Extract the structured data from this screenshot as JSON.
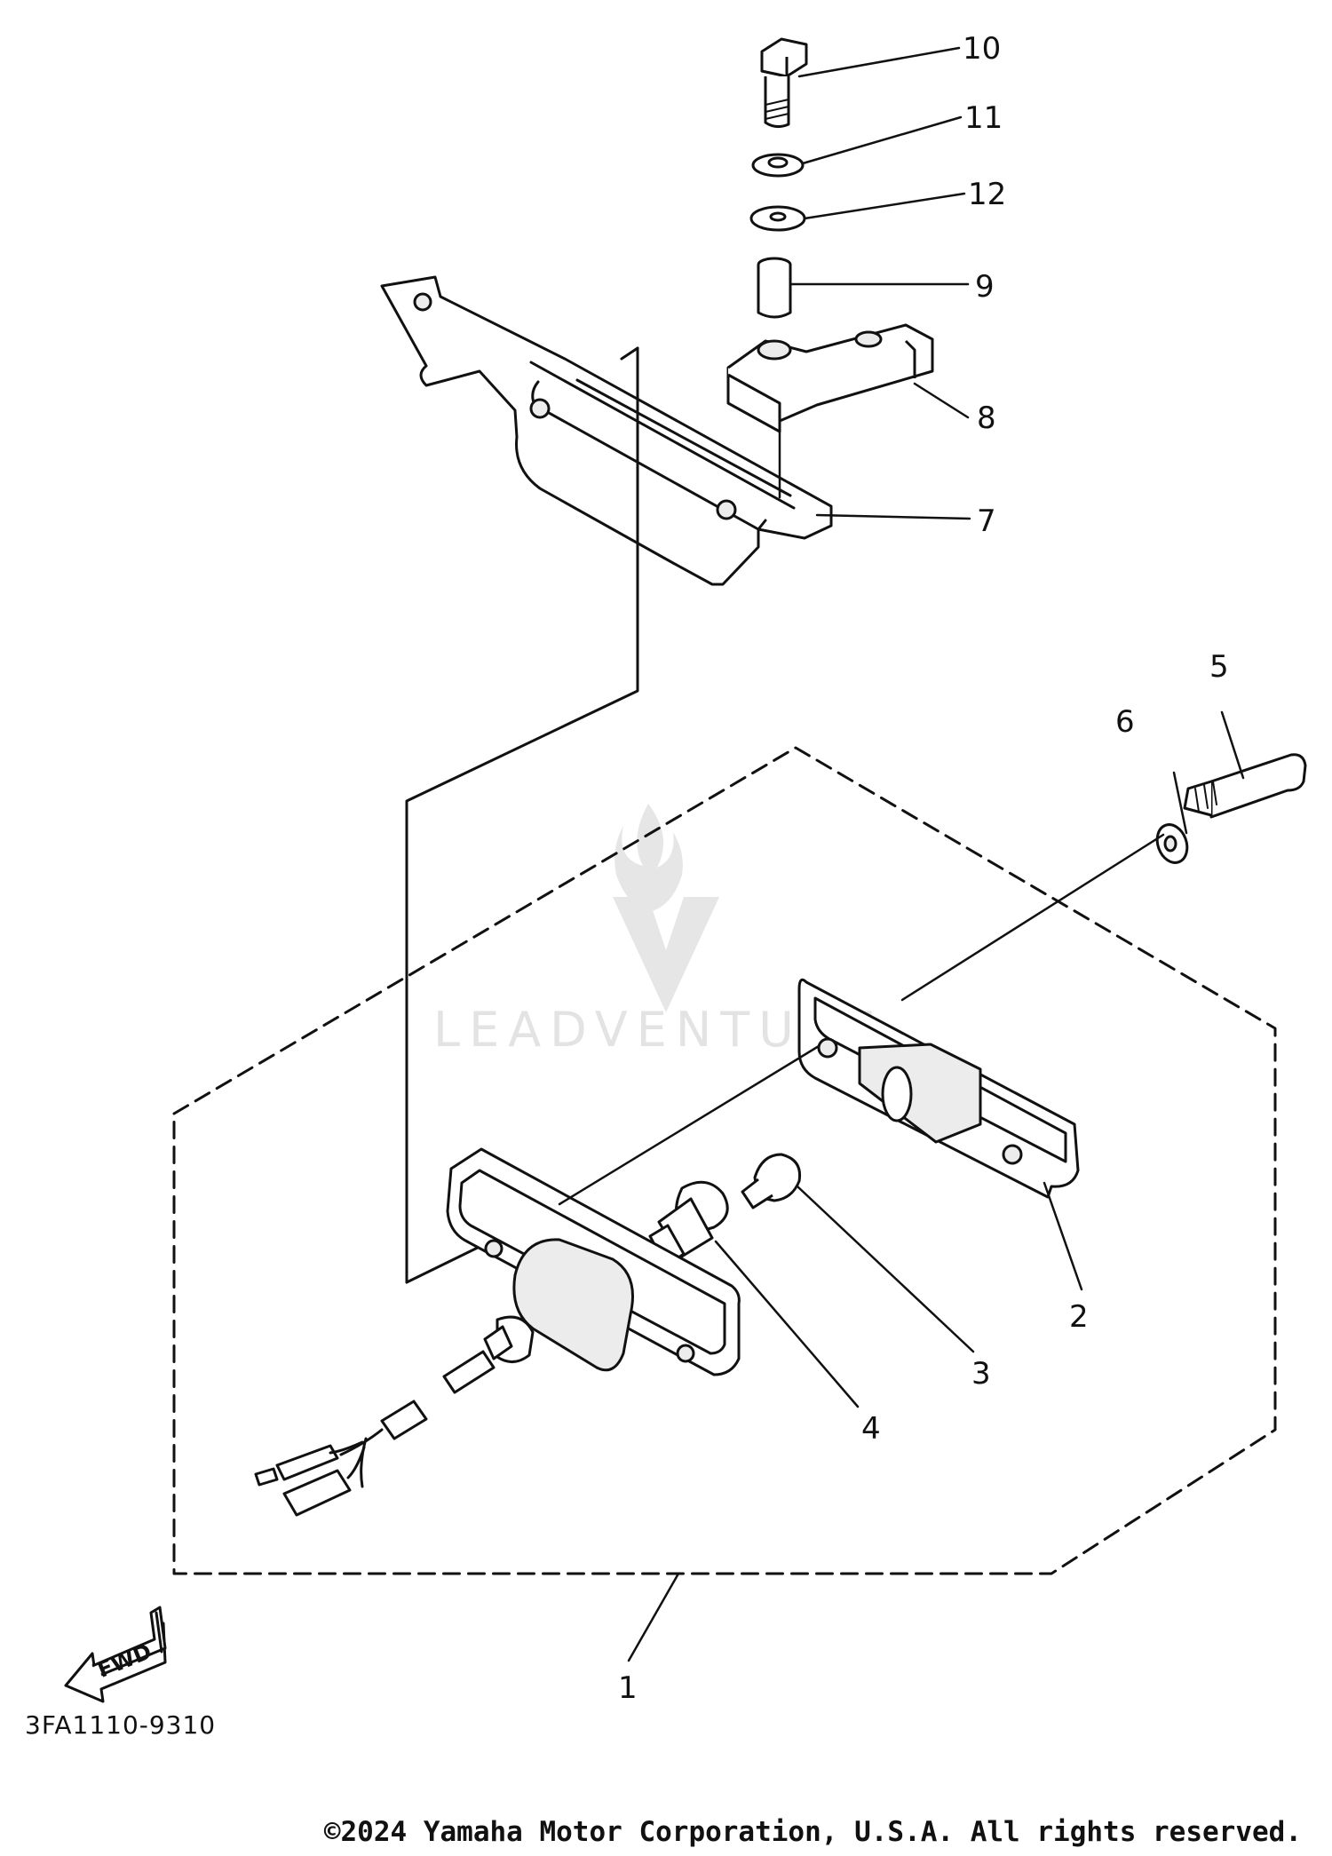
{
  "diagram": {
    "callouts": {
      "p1": "1",
      "p2": "2",
      "p3": "3",
      "p4": "4",
      "p5": "5",
      "p6": "6",
      "p7": "7",
      "p8": "8",
      "p9": "9",
      "p10": "10",
      "p11": "11",
      "p12": "12"
    },
    "fwd_label": "FWD",
    "code": "3FA1110-9310",
    "copyright": "©2024 Yamaha Motor Corporation, U.S.A. All rights reserved.",
    "watermark": "LEADVENTURE"
  }
}
